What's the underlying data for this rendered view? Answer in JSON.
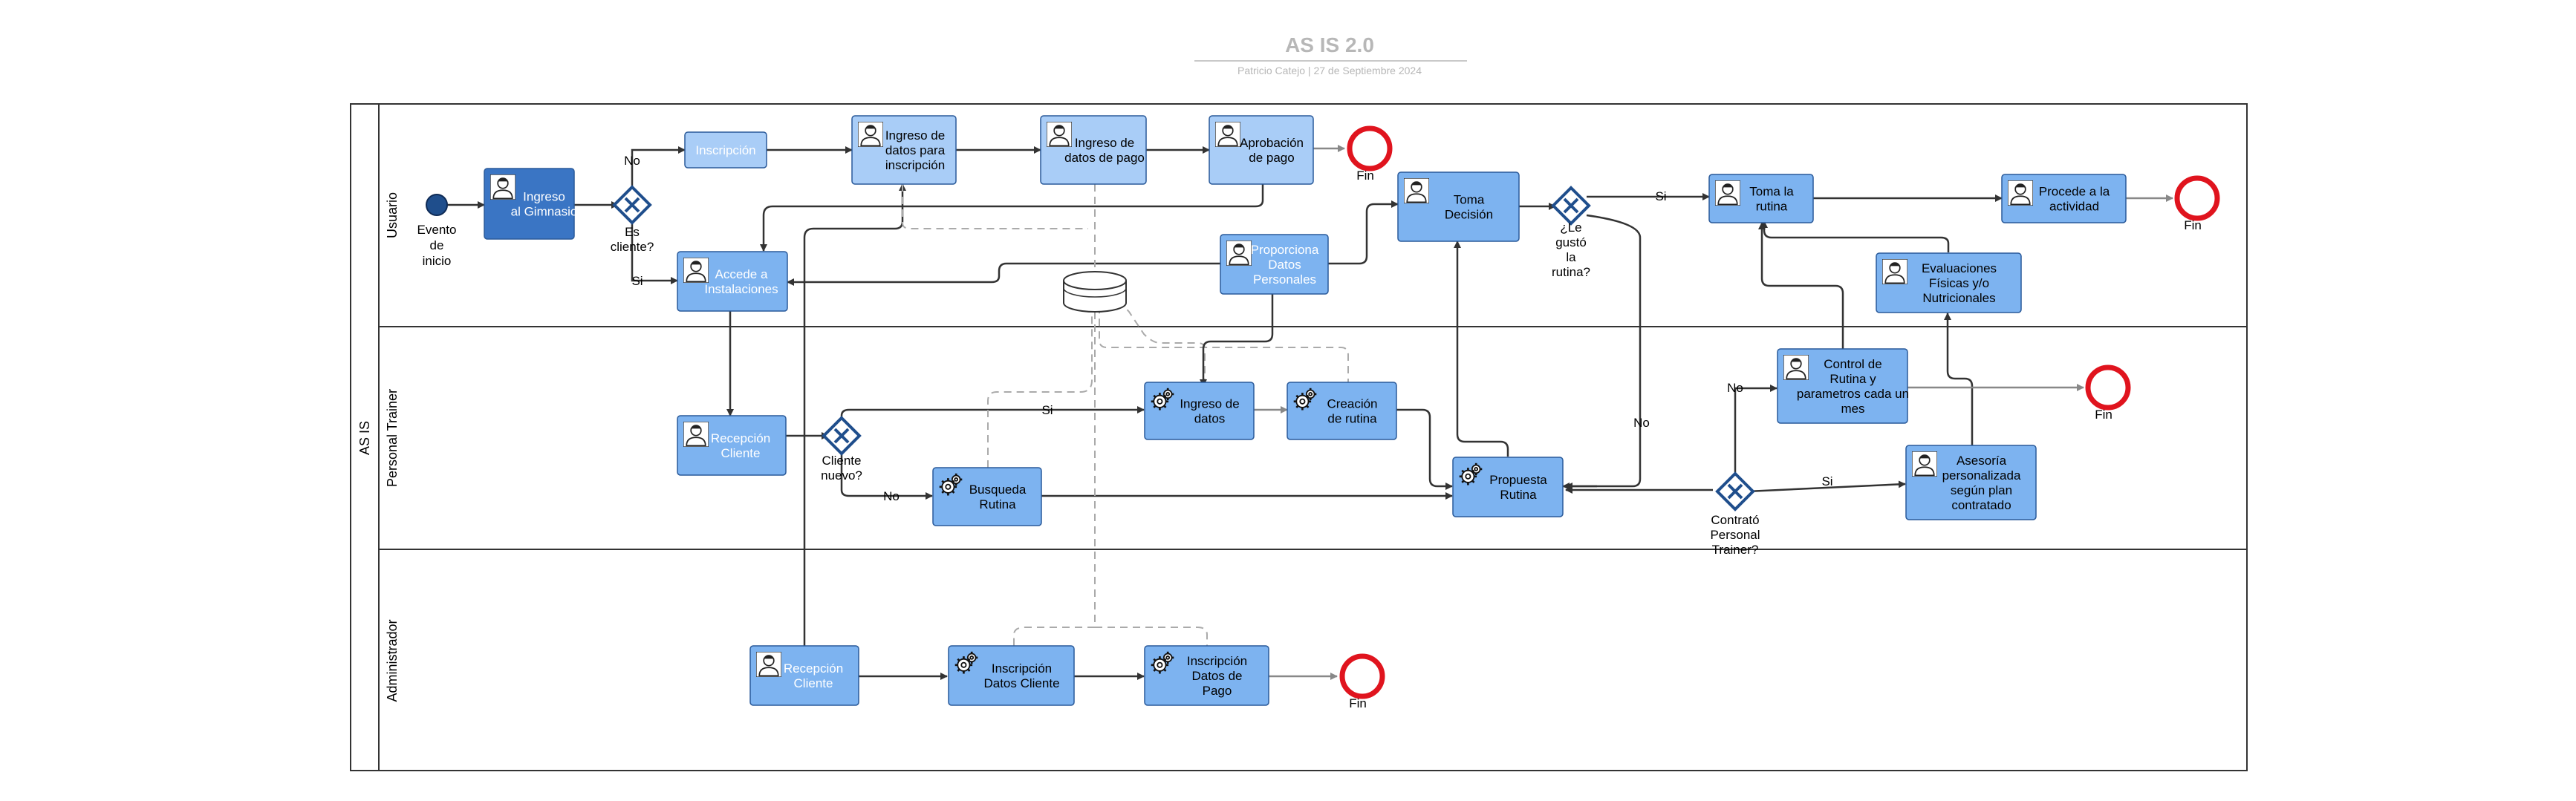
{
  "header": {
    "title": "AS IS 2.0",
    "subtitle": "Patricio Catejo  |  27 de Septiembre 2024"
  },
  "pool": {
    "label": "AS IS"
  },
  "lanes": [
    {
      "id": "usuario",
      "label": "Usuario"
    },
    {
      "id": "trainer",
      "label": "Personal Trainer"
    },
    {
      "id": "admin",
      "label": "Administrador"
    }
  ],
  "nodes": {
    "start": {
      "label": [
        "Evento",
        "de",
        "inicio"
      ]
    },
    "ingreso_gimnasio": {
      "label": [
        "Ingreso",
        "al Gimnasio"
      ]
    },
    "gw_cliente": {
      "label": [
        "Es",
        "cliente?"
      ]
    },
    "inscripcion": {
      "label": [
        "Inscripción"
      ]
    },
    "ingreso_datos_inscripcion": {
      "label": [
        "Ingreso de",
        "datos para",
        "inscripción"
      ]
    },
    "ingreso_datos_pago": {
      "label": [
        "Ingreso de",
        "datos de pago"
      ]
    },
    "aprobacion_pago": {
      "label": [
        "Aprobación",
        "de pago"
      ]
    },
    "fin1": {
      "label": [
        "Fin"
      ]
    },
    "accede_instalaciones": {
      "label": [
        "Accede a",
        "Instalaciones"
      ]
    },
    "proporciona_datos": {
      "label": [
        "Proporciona",
        "Datos",
        "Personales"
      ]
    },
    "toma_decision": {
      "label": [
        "Toma",
        "Decisión"
      ]
    },
    "gw_le_gusto": {
      "label": [
        "¿Le",
        "gustó",
        "la",
        "rutina?"
      ]
    },
    "toma_rutina": {
      "label": [
        "Toma la",
        "rutina"
      ]
    },
    "procede_actividad": {
      "label": [
        "Procede a la",
        "actividad"
      ]
    },
    "fin2": {
      "label": [
        "Fin"
      ]
    },
    "evaluaciones": {
      "label": [
        "Evaluaciones",
        "Físicas y/o",
        "Nutricionales"
      ]
    },
    "recepcion_cliente_pt": {
      "label": [
        "Recepción",
        "Cliente"
      ]
    },
    "gw_cliente_nuevo": {
      "label": [
        "Cliente",
        "nuevo?"
      ]
    },
    "ingreso_datos": {
      "label": [
        "Ingreso de",
        "datos"
      ]
    },
    "creacion_rutina": {
      "label": [
        "Creación",
        "de rutina"
      ]
    },
    "busqueda_rutina": {
      "label": [
        "Busqueda",
        "Rutina"
      ]
    },
    "propuesta_rutina": {
      "label": [
        "Propuesta",
        "Rutina"
      ]
    },
    "gw_contrato": {
      "label": [
        "Contrató",
        "Personal",
        "Trainer?"
      ]
    },
    "control_rutina": {
      "label": [
        "Control de",
        "Rutina y",
        "parametros cada un",
        "mes"
      ]
    },
    "fin3": {
      "label": [
        "Fin"
      ]
    },
    "asesoria": {
      "label": [
        "Asesoría",
        "personalizada",
        "según plan",
        "contratado"
      ]
    },
    "recepcion_cliente_admin": {
      "label": [
        "Recepción",
        "Cliente"
      ]
    },
    "inscripcion_datos_cliente": {
      "label": [
        "Inscripción",
        "Datos Cliente"
      ]
    },
    "inscripcion_datos_pago": {
      "label": [
        "Inscripción",
        "Datos de",
        "Pago"
      ]
    },
    "fin4": {
      "label": [
        "Fin"
      ]
    }
  },
  "edge_labels": {
    "no_inscripcion": "No",
    "si_accede": "Si",
    "si_toma_rutina": "Si",
    "no_propuesta": "No",
    "si_ingreso_datos": "Si",
    "no_busqueda": "No",
    "no_control": "No",
    "si_asesoria": "Si"
  },
  "colors": {
    "task_light": "#a9cdf7",
    "task_mid": "#7db3f0",
    "task_dark": "#3a75c4",
    "gateway": "#1f4e8c",
    "start": "#1f4e8c",
    "end": "#e0141e"
  }
}
